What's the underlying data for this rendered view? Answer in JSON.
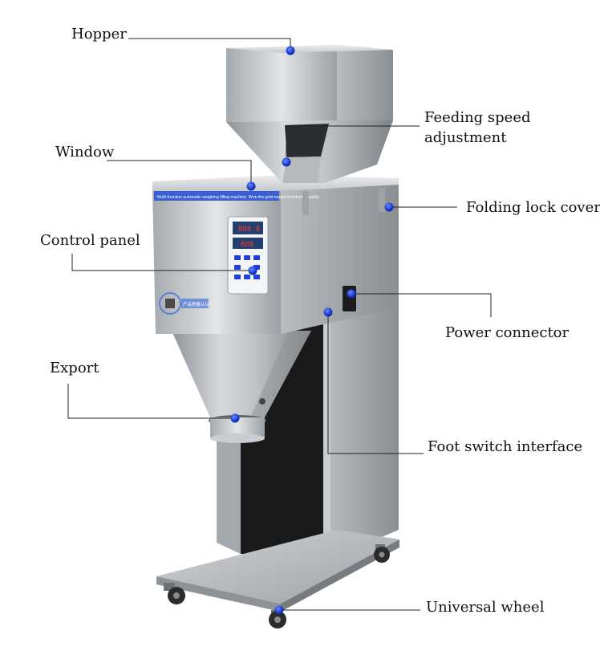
{
  "labels": {
    "hopper": "Hopper",
    "feeding_speed_line1": "Feeding speed",
    "feeding_speed_line2": "adjustment",
    "window": "Window",
    "folding_lock_cover": "Folding lock cover",
    "control_panel": "Control panel",
    "power_connector": "Power connector",
    "export": "Export",
    "foot_switch_interface": "Foot switch interface",
    "universal_wheel": "Universal wheel"
  },
  "machine": {
    "top_banner": "Multi-function automatic weighing filling machine.  Won the gold medal of industry quality",
    "display_1": "888.8",
    "display_2": "888",
    "badge_text": "产品质量认证"
  },
  "colors": {
    "marker": "#1f3fd8",
    "leader_line": "#222222"
  }
}
